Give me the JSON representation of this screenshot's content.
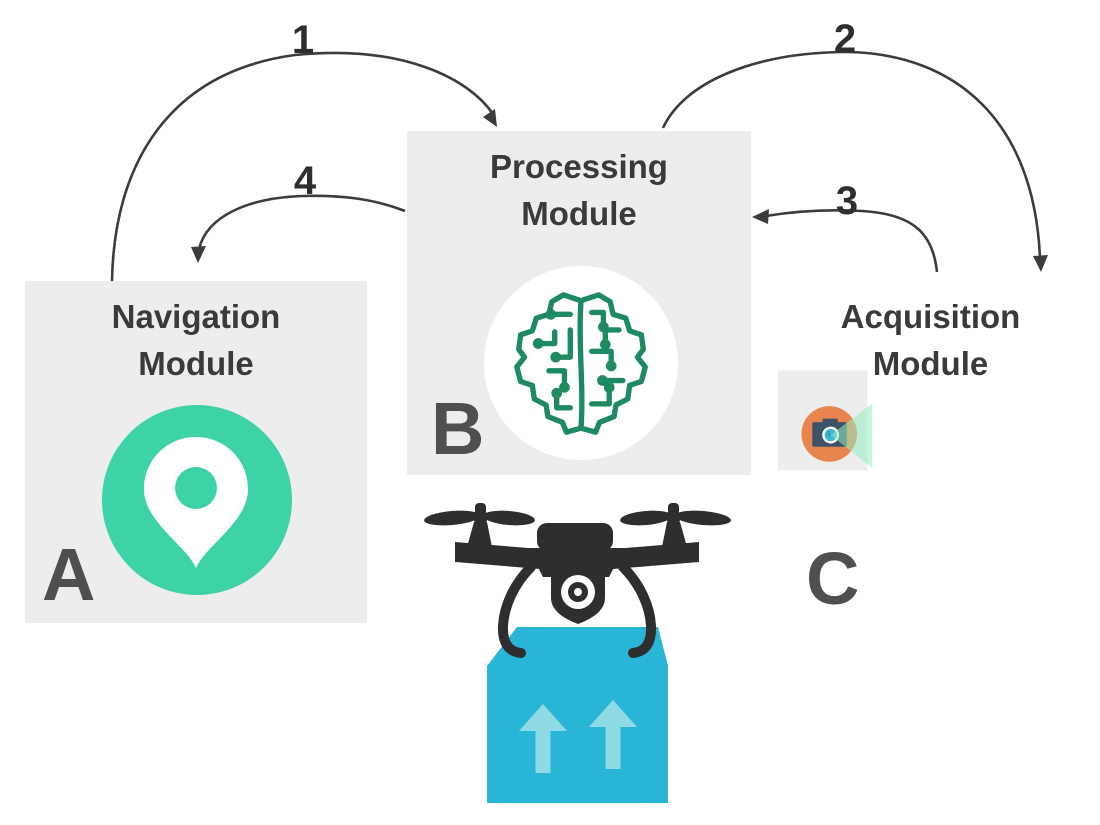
{
  "diagram": {
    "modules": [
      {
        "letter": "A",
        "line1": "Navigation",
        "line2": "Module",
        "icon": "location-pin-icon",
        "icon_bg": "#3ed3a6",
        "box_bg": "#ededed"
      },
      {
        "letter": "B",
        "line1": "Processing",
        "line2": "Module",
        "icon": "circuit-brain-icon",
        "icon_color": "#1d8a60",
        "box_bg": "#ededed"
      },
      {
        "letter": "C",
        "line1": "Acquisition",
        "line2": "Module",
        "icon": "camera-icon",
        "icon_bg": "#e8854f",
        "box_bg": "#ededed"
      }
    ],
    "flows": [
      {
        "label": "1",
        "from": "Navigation Module",
        "to": "Processing Module"
      },
      {
        "label": "2",
        "from": "Processing Module",
        "to": "Acquisition Module"
      },
      {
        "label": "3",
        "from": "Acquisition Module",
        "to": "Processing Module"
      },
      {
        "label": "4",
        "from": "Processing Module",
        "to": "Navigation Module"
      }
    ],
    "drone": {
      "icon": "delivery-drone-icon",
      "package_icon": "package-box-icon",
      "package_color": "#29b6d6",
      "package_arrow_color": "#8edbe6",
      "body_color": "#2e2e2e"
    },
    "colors": {
      "camera_body": "#3d5468",
      "camera_lens": "#3eb9d2",
      "light_cone": "#96ecc0",
      "arrow_stroke": "#3c3c3c",
      "flow_label": "#2e2e2e",
      "letter": "#4f4f4f",
      "title": "#3a3a3a"
    }
  }
}
